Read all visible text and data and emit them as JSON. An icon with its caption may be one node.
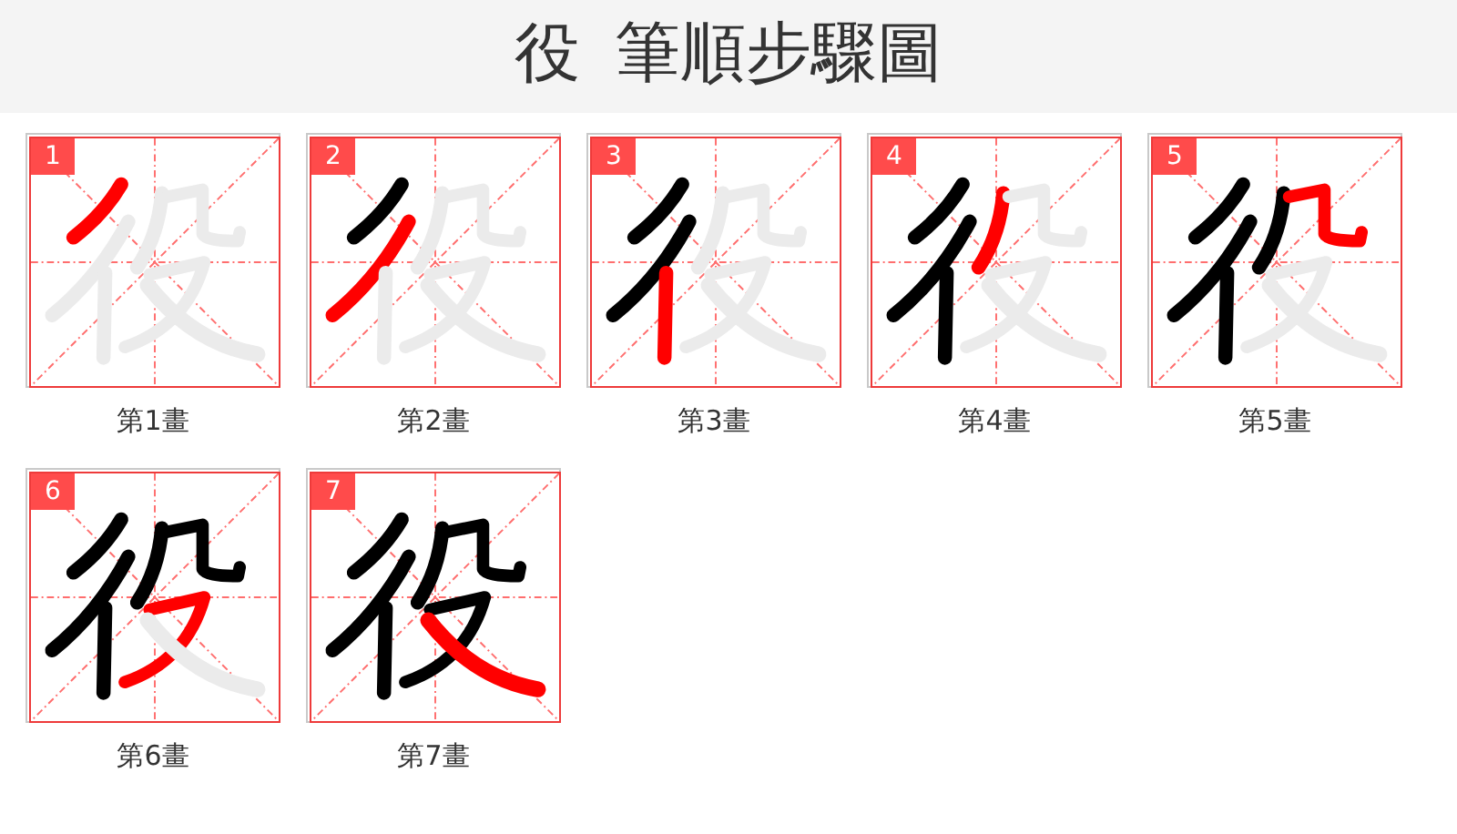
{
  "diagram": {
    "title": "役 筆順步驟圖",
    "nodes": [
      {
        "text": [
          "1"
        ],
        "beside": [
          "第1畫"
        ]
      },
      {
        "text": [
          "2"
        ],
        "beside": [
          "第2畫"
        ]
      },
      {
        "text": [
          "3"
        ],
        "beside": [
          "第3畫"
        ]
      },
      {
        "text": [
          "4"
        ],
        "beside": [
          "第4畫"
        ]
      },
      {
        "text": [
          "5"
        ],
        "beside": [
          "第5畫"
        ]
      },
      {
        "text": [
          "6"
        ],
        "beside": [
          "第6畫"
        ]
      },
      {
        "text": [
          "7"
        ],
        "beside": [
          "第7畫"
        ]
      }
    ]
  }
}
